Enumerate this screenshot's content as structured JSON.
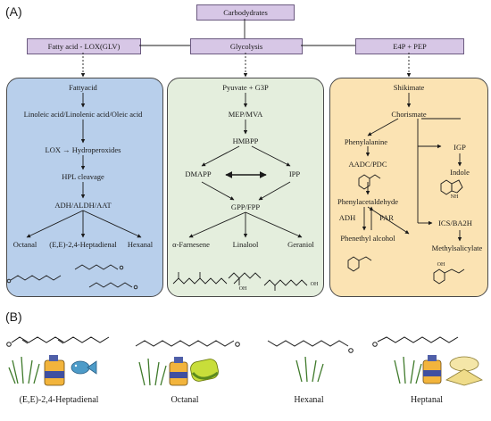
{
  "panel_a_label": "(A)",
  "panel_b_label": "(B)",
  "top_node": "Carbodydrates",
  "headers": {
    "left": "Fatty acid - LOX(GLV)",
    "middle": "Glycolysis",
    "right": "E4P + PEP"
  },
  "left": {
    "n1": "Fattyacid",
    "n2": "Linoleic acid/Linolenic acid/Oleic acid",
    "n3": "LOX → Hydroperoxides",
    "n4": "HPL cleavage",
    "n5": "ADH/ALDH/AAT",
    "p1": "Octanal",
    "p2": "(E,E)-2,4-Heptadienal",
    "p3": "Hexanal"
  },
  "middle": {
    "n1": "Pyuvate + G3P",
    "n2": "MEP/MVA",
    "n3": "HMBPP",
    "n4": "DMAPP",
    "n5": "IPP",
    "n6": "GPP/FPP",
    "p1": "α-Farnesene",
    "p2": "Linalool",
    "p3": "Geraniol",
    "oh_linalool": "OH",
    "oh_geraniol": "OH"
  },
  "right": {
    "n1": "Shikimate",
    "n2": "Chorismate",
    "n3": "Phenylalanine",
    "n4": "AADC/PDC",
    "n5": "Phenylacetaldehyde",
    "n6": "ADH",
    "n7": "PAR",
    "n8": "Phenethyl alcohol",
    "n9": "IGP",
    "n10": "Indole",
    "n11": "ICS/BA2H",
    "n12": "Methylsalicylate",
    "oh_label": "OH",
    "nh_label": "NH"
  },
  "panel_b": {
    "c1": "(E,E)-2,4-Heptadienal",
    "c2": "Octanal",
    "c3": "Hexanal",
    "c4": "Heptanal"
  },
  "colors": {
    "left_bg": "#b8cfeb",
    "middle_bg": "#e4eedd",
    "right_bg": "#fbe3b3",
    "header_bg": "#d7c7e6"
  }
}
